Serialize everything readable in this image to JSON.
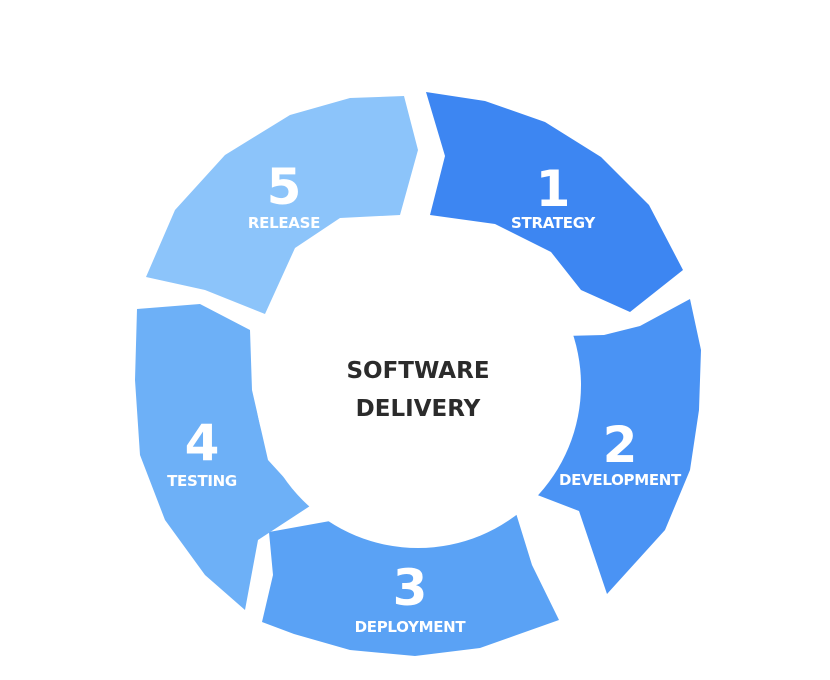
{
  "center": {
    "line1": "SOFTWARE",
    "line2": "DELIVERY"
  },
  "segments": [
    {
      "number": "1",
      "label": "STRATEGY",
      "color": "#3D86F2"
    },
    {
      "number": "2",
      "label": "DEVELOPMENT",
      "color": "#4A93F4"
    },
    {
      "number": "3",
      "label": "DEPLOYMENT",
      "color": "#5AA2F5"
    },
    {
      "number": "4",
      "label": "TESTING",
      "color": "#6DB0F7"
    },
    {
      "number": "5",
      "label": "RELEASE",
      "color": "#8CC4FA"
    }
  ]
}
